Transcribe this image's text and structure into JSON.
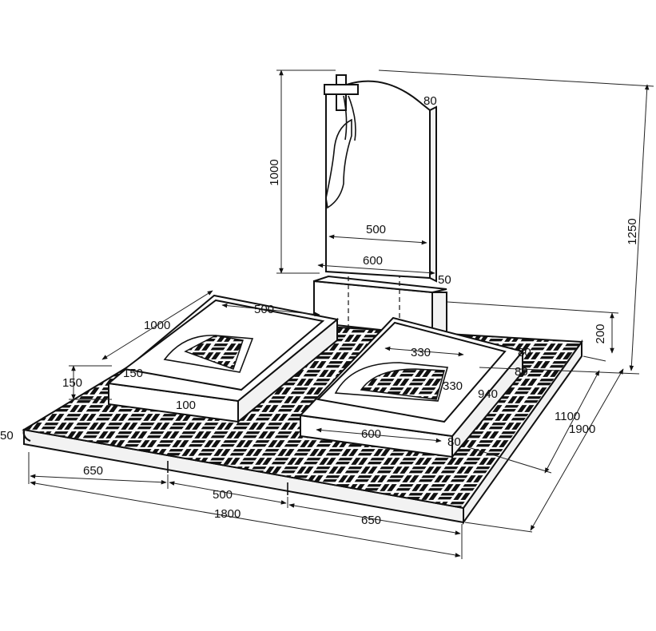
{
  "dimensions": {
    "stele_height": "1000",
    "total_height": "1250",
    "top_edge": "80",
    "stele_width": "500",
    "stand_width": "600",
    "stand_depth": "50",
    "stand_height": "200",
    "left_bed_length": "1000",
    "left_bed_width": "500",
    "left_bed_height": "150",
    "left_bed_rim": "150",
    "left_bed_inset": "100",
    "right_bed_inner_width": "330",
    "right_bed_inner_width_2": "330",
    "right_bed_length": "940",
    "right_bed_rim": "80",
    "right_bed_rim_2": "80",
    "right_bed_width": "600",
    "right_bed_rim_3": "80",
    "border_edge": "50",
    "front_left": "650",
    "front_middle": "500",
    "front_right": "650",
    "front_total": "1800",
    "side_depth": "1100",
    "side_total": "1900"
  },
  "colors": {
    "line": "#111111",
    "background": "#ffffff",
    "side_face": "#f2f2f2"
  }
}
